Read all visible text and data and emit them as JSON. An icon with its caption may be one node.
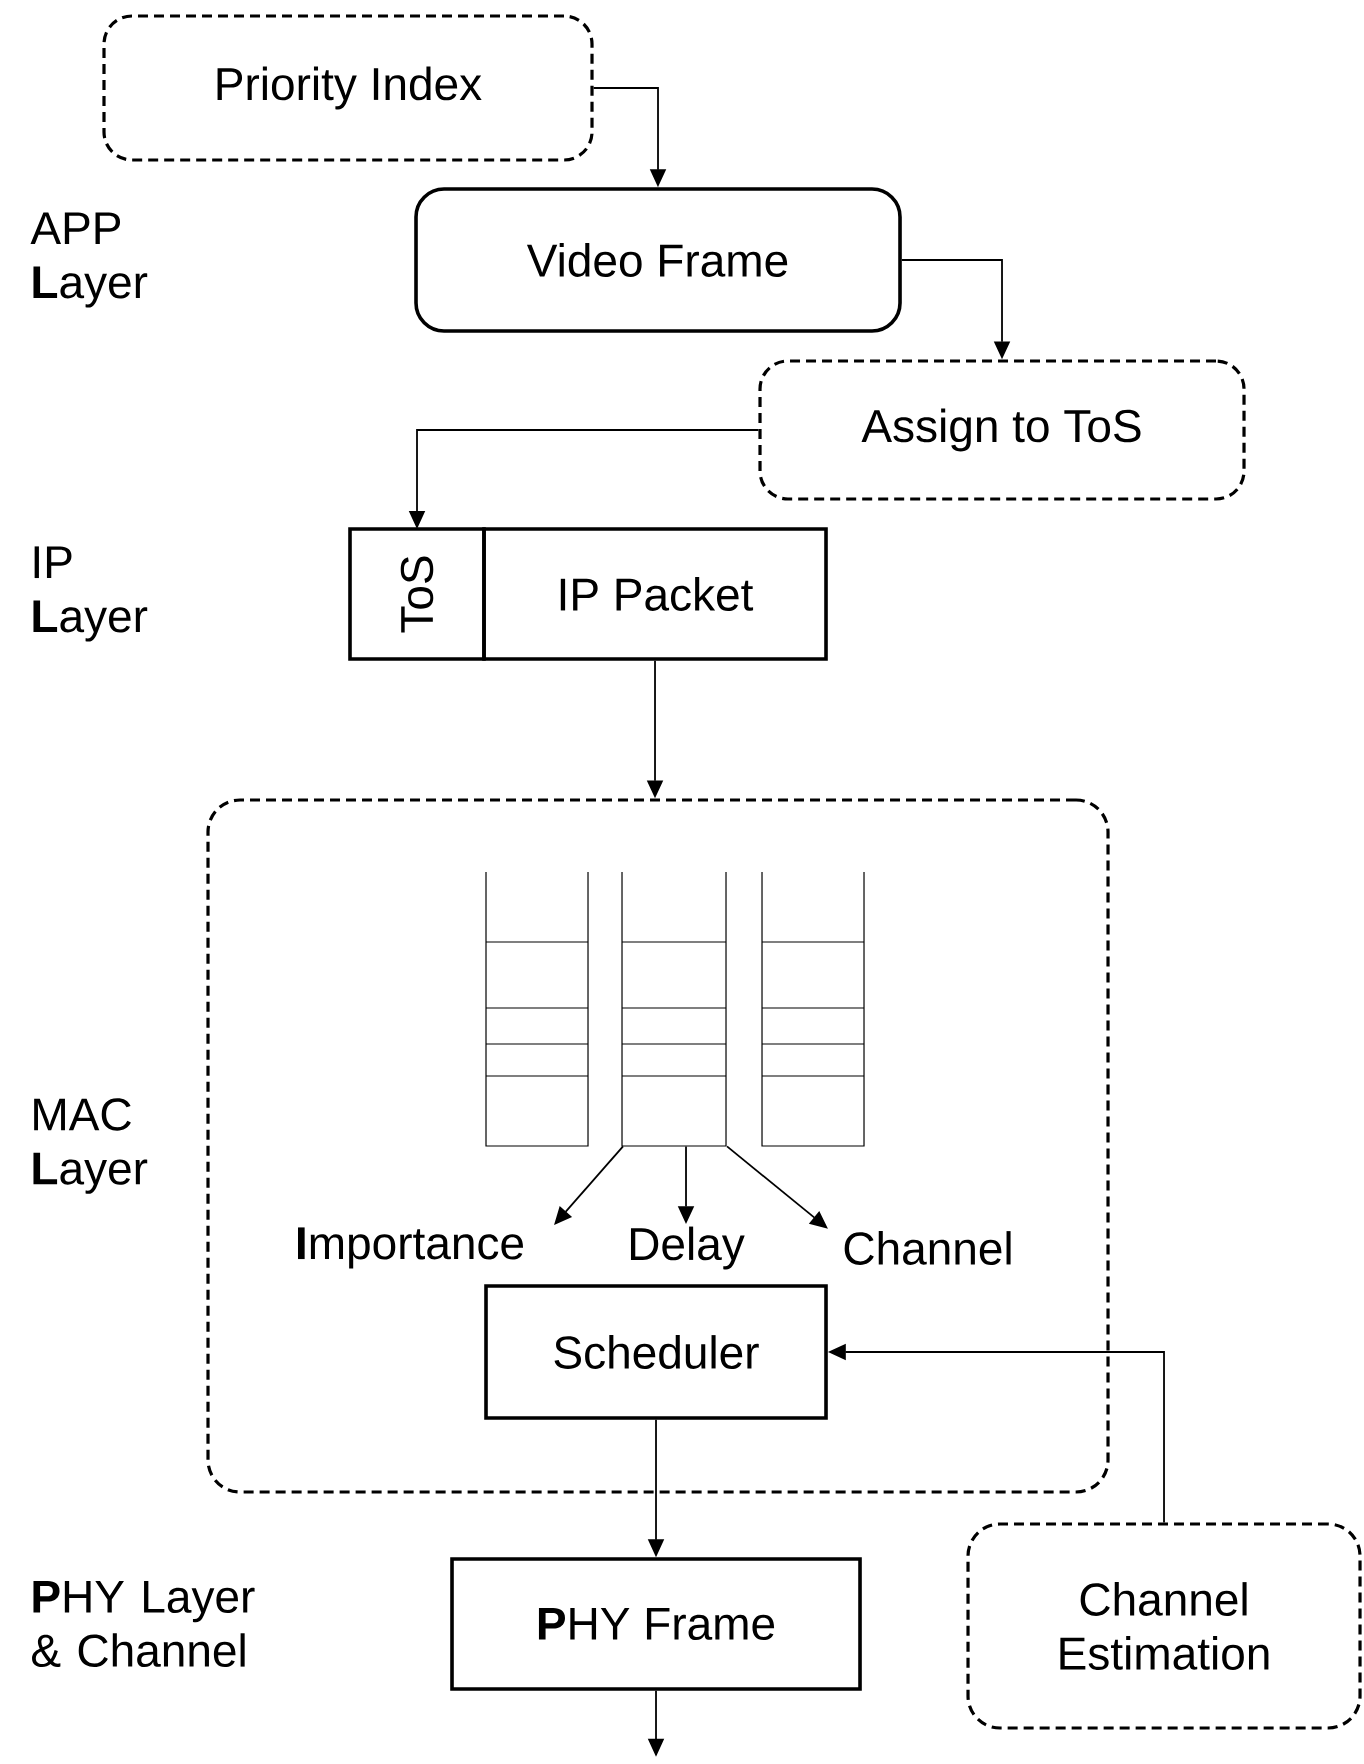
{
  "diagram": {
    "nodes": [
      {
        "text": [
          "Priority Index"
        ]
      },
      {
        "text": [
          "Video Frame"
        ]
      },
      {
        "text": [
          "Assign to ToS"
        ]
      },
      {
        "text": [
          "ToS"
        ]
      },
      {
        "text": [
          "IP Packet"
        ]
      },
      {
        "text": [],
        "shape": "box"
      },
      {
        "text": [],
        "shape": "picture",
        "in": 5
      },
      {
        "text": [
          "**I**mportance"
        ],
        "in": 5
      },
      {
        "text": [
          "Delay"
        ],
        "in": 5
      },
      {
        "text": [
          "Channel"
        ],
        "in": 5
      },
      {
        "text": [
          "Scheduler"
        ],
        "in": 5
      },
      {
        "text": [
          "**P**HY Frame"
        ]
      },
      {
        "text": [
          "Channel Estimation"
        ]
      }
    ],
    "edges": [
      {
        "from": 0,
        "to": 1,
        "arrow": "to"
      },
      {
        "from": 1,
        "to": 2,
        "arrow": "to"
      },
      {
        "from": 2,
        "to": 3,
        "arrow": "to"
      },
      {
        "from": 4,
        "to": 5,
        "arrow": "to"
      },
      {
        "from": 6,
        "to": 7,
        "arrow": "to"
      },
      {
        "from": 6,
        "to": 8,
        "arrow": "to"
      },
      {
        "from": 6,
        "to": 9,
        "arrow": "to"
      },
      {
        "from": 12,
        "to": 10,
        "arrow": "to"
      },
      {
        "from": 10,
        "to": 11,
        "arrow": "to"
      },
      {
        "from": 11,
        "to": null,
        "arrow": "to"
      }
    ],
    "labels": [
      "APP **L**ayer",
      "IP **L**ayer",
      "MAC **L**ayer",
      "**P**HY Layer & Channel"
    ]
  }
}
